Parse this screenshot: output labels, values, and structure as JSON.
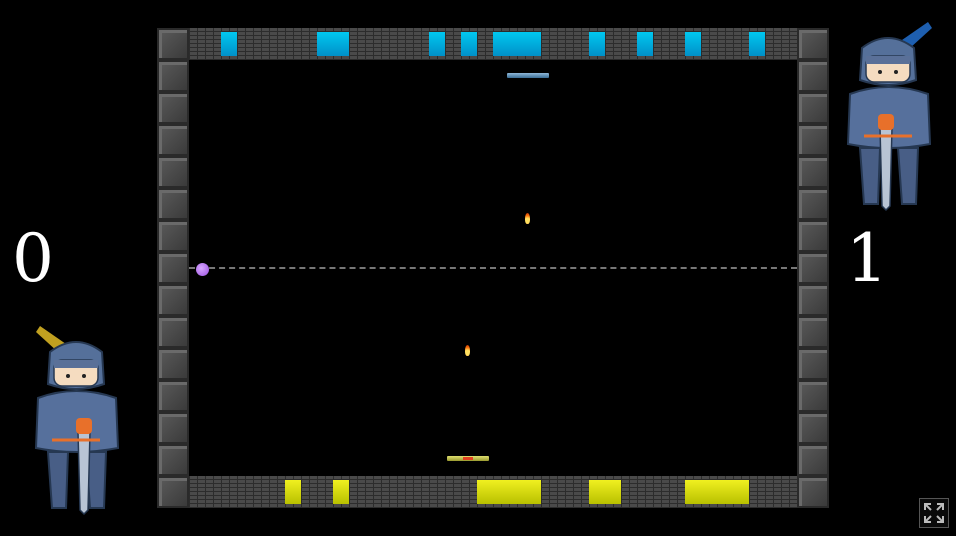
{
  "scores": {
    "left": "0",
    "right": "1"
  },
  "colors": {
    "top_goal": "#00b4e8",
    "bottom_goal": "#d8e000",
    "ball": "#b070f0",
    "background": "#000000"
  },
  "icons": {
    "fullscreen": "fullscreen-expand-icon",
    "player_left": "knight-avatar-yellow-plume",
    "player_right": "knight-avatar-blue-plume"
  }
}
